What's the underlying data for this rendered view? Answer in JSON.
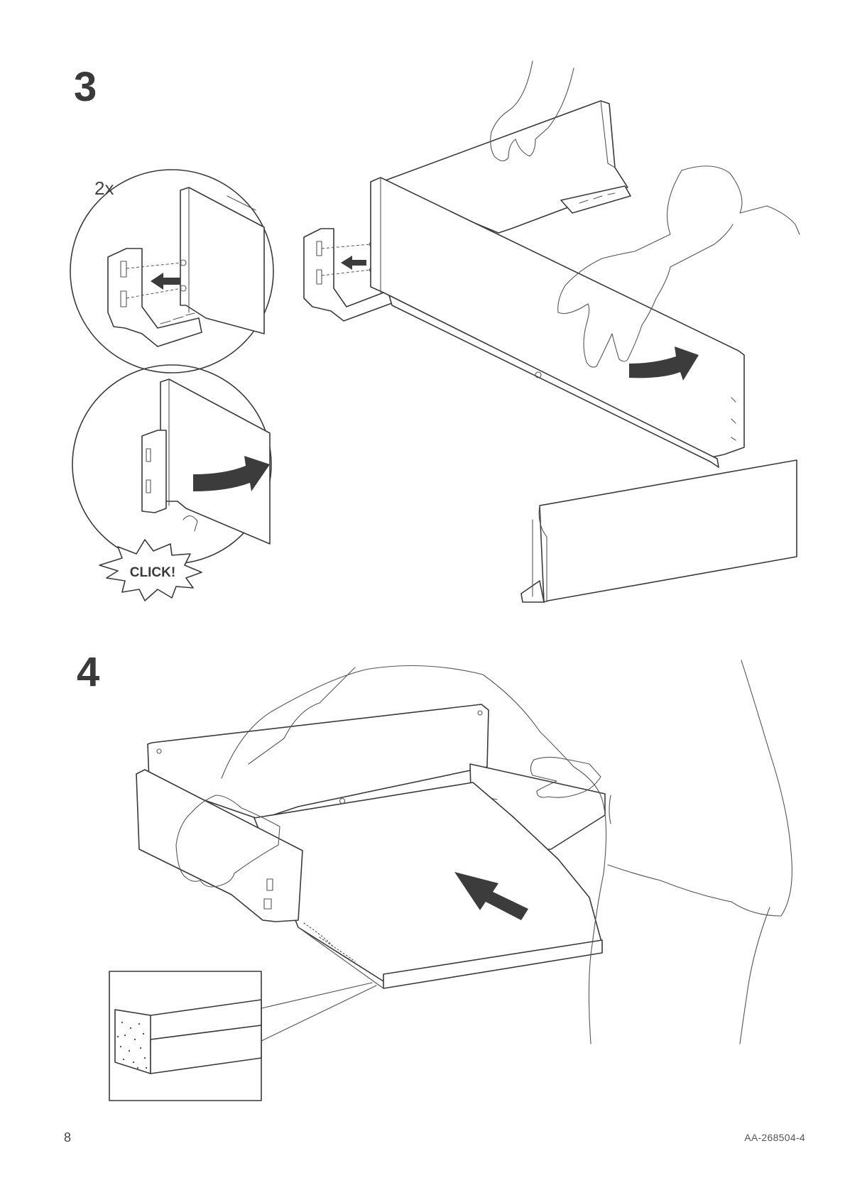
{
  "step3": {
    "number": "3",
    "multiplier": "2x",
    "click_label": "CLICK!"
  },
  "step4": {
    "number": "4"
  },
  "footer": {
    "page_number": "8",
    "doc_code": "AA-268504-4"
  }
}
